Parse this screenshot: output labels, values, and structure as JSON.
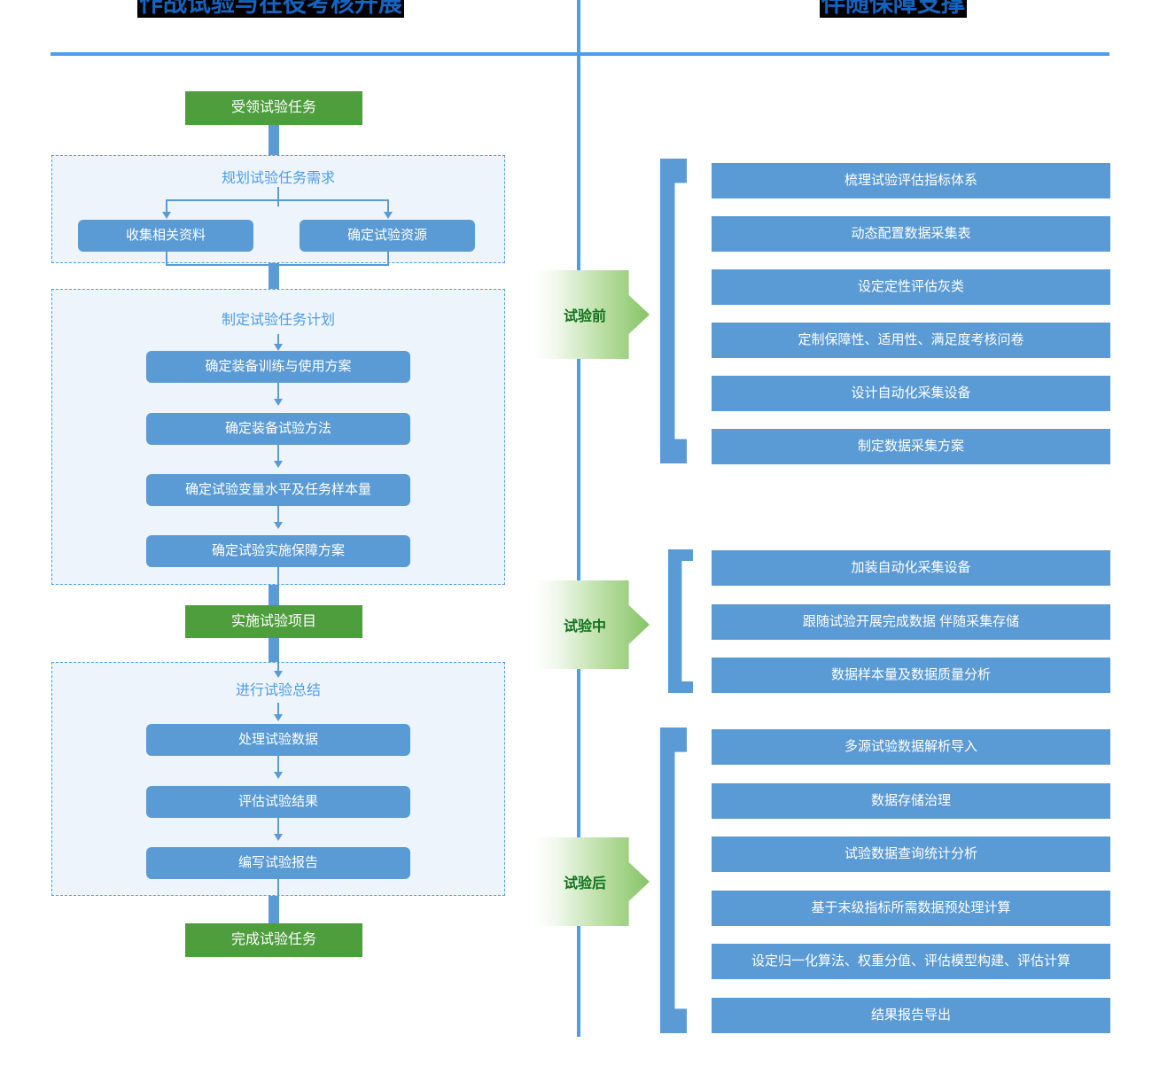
{
  "titles": {
    "left": "作战试验与在役考核开展",
    "right": "伴随保障支撑"
  },
  "left_flow": {
    "start_node": "受领试验任务",
    "group1": {
      "title": "规划试验任务需求",
      "items": [
        "收集相关资料",
        "确定试验资源"
      ]
    },
    "group2": {
      "title": "制定试验任务计划",
      "items": [
        "确定装备训练与使用方案",
        "确定装备试验方法",
        "确定试验变量水平及任务样本量",
        "确定试验实施保障方案"
      ]
    },
    "mid_node": "实施试验项目",
    "group3": {
      "title": "进行试验总结",
      "items": [
        "处理试验数据",
        "评估试验结果",
        "编写试验报告"
      ]
    },
    "end_node": "完成试验任务"
  },
  "right_phases": [
    {
      "label": "试验前",
      "items": [
        "梳理试验评估指标体系",
        "动态配置数据采集表",
        "设定定性评估灰类",
        "定制保障性、适用性、满足度考核问卷",
        "设计自动化采集设备",
        "制定数据采集方案"
      ]
    },
    {
      "label": "试验中",
      "items": [
        "加装自动化采集设备",
        "跟随试验开展完成数据 伴随采集存储",
        "数据样本量及数据质量分析"
      ]
    },
    {
      "label": "试验后",
      "items": [
        "多源试验数据解析导入",
        "数据存储治理",
        "试验数据查询统计分析",
        "基于末级指标所需数据预处理计算",
        "设定归一化算法、权重分值、评估模型构建、评估计算",
        "结果报告导出"
      ]
    }
  ],
  "colors": {
    "blue_node": "#5B9BD5",
    "green_node": "#4E9E3E",
    "rule": "#4D9DE8",
    "panel_fill": "#EDF4FC",
    "title_text": "#1464C0",
    "phase_text": "#11721B"
  }
}
